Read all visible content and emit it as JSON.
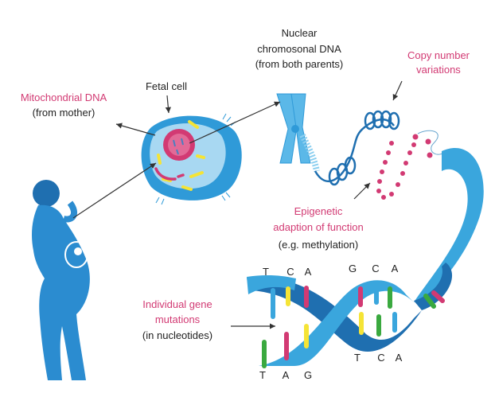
{
  "labels": {
    "nuclear": [
      "Nuclear",
      "chromosonal DNA",
      "(from both parents)"
    ],
    "copy_number": [
      "Copy number",
      "variations"
    ],
    "fetal_cell": "Fetal cell",
    "mitochondrial": [
      "Mitochondrial DNA",
      "(from mother)"
    ],
    "epigenetic": [
      "Epigenetic",
      "adaption of function",
      "(e.g. methylation)"
    ],
    "mutations": [
      "Individual gene",
      "mutations",
      "(in nucleotides)"
    ]
  },
  "bases": {
    "top_left": [
      "T",
      "C",
      "A"
    ],
    "top_right": [
      "G",
      "C",
      "A"
    ],
    "bottom_left": [
      "T",
      "A",
      "G"
    ],
    "bottom_right": [
      "T",
      "C",
      "A"
    ]
  },
  "colors": {
    "pink": "#d23a73",
    "blue_light": "#3aa6dd",
    "blue_dark": "#1f6fb0",
    "yellow": "#f5e436",
    "green": "#3aa93f"
  }
}
